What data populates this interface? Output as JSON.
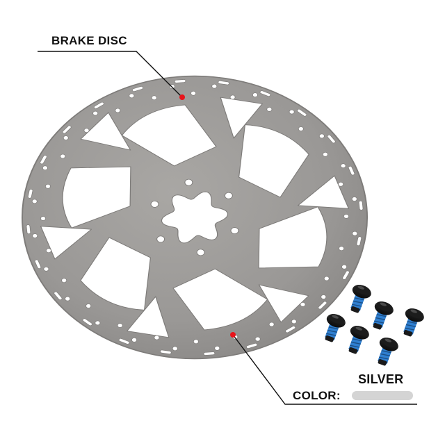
{
  "callouts": {
    "part_label": "BRAKE DISC",
    "color_label": "COLOR:",
    "color_value": "SILVER"
  },
  "colors": {
    "disc": "#9a9896",
    "disc_edge": "#7e7c7a",
    "marker": "#e8141b",
    "swatch": "#d4d4d4",
    "bolt_head": "#1c1c1c",
    "thread_lock": "#2f7fd0"
  },
  "illustration": {
    "subject": "brake-disc-rotor",
    "bolt_count": 6
  }
}
